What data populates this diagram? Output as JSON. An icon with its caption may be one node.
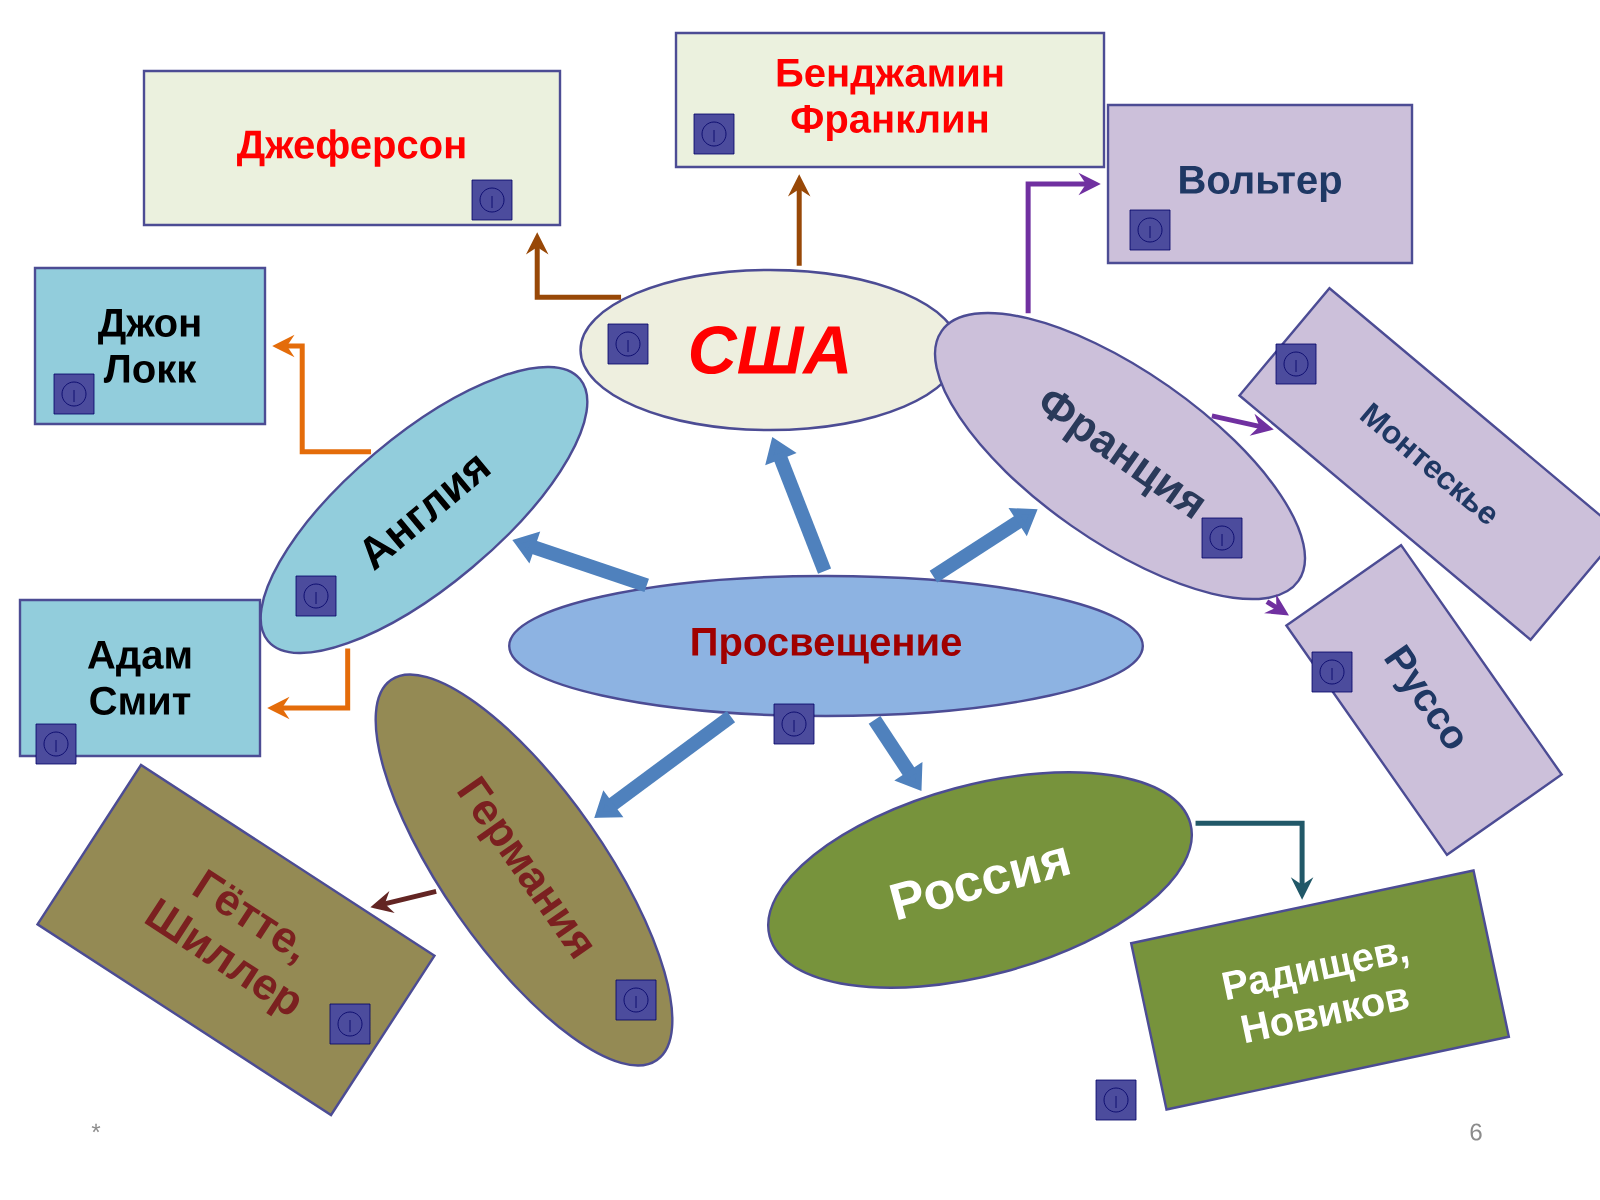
{
  "diagram": {
    "nodes": [
      {
        "text": [
          "Просвещение"
        ]
      },
      {
        "text": [
          "США"
        ]
      },
      {
        "text": [
          "Англия"
        ]
      },
      {
        "text": [
          "Франция"
        ]
      },
      {
        "text": [
          "Германия"
        ]
      },
      {
        "text": [
          "Россия"
        ]
      },
      {
        "text": [
          "Джеферсон"
        ]
      },
      {
        "text": [
          "Бенджамин Франклин"
        ]
      },
      {
        "text": [
          "Вольтер"
        ]
      },
      {
        "text": [
          "Монтескье"
        ]
      },
      {
        "text": [
          "Руссо"
        ]
      },
      {
        "text": [
          "Джон Локк"
        ]
      },
      {
        "text": [
          "Адам Смит"
        ]
      },
      {
        "text": [
          "Гётте, Шиллер"
        ]
      },
      {
        "text": [
          "Радищев, Новиков"
        ]
      }
    ],
    "edges": [
      {
        "from": 0,
        "to": 1,
        "arrow": "to",
        "style": "thick",
        "color": "#4f81bd"
      },
      {
        "from": 0,
        "to": 2,
        "arrow": "to",
        "style": "thick",
        "color": "#4f81bd"
      },
      {
        "from": 0,
        "to": 3,
        "arrow": "to",
        "style": "thick",
        "color": "#4f81bd"
      },
      {
        "from": 0,
        "to": 4,
        "arrow": "to",
        "style": "thick",
        "color": "#4f81bd"
      },
      {
        "from": 0,
        "to": 5,
        "arrow": "to",
        "style": "thick",
        "color": "#4f81bd"
      },
      {
        "from": 1,
        "to": 6,
        "arrow": "to",
        "color": "#984807"
      },
      {
        "from": 1,
        "to": 7,
        "arrow": "to",
        "color": "#984807"
      },
      {
        "from": 2,
        "to": 11,
        "arrow": "to",
        "color": "#e46c0a"
      },
      {
        "from": 2,
        "to": 12,
        "arrow": "to",
        "color": "#e46c0a"
      },
      {
        "from": 3,
        "to": 8,
        "arrow": "to",
        "color": "#7030a0"
      },
      {
        "from": 3,
        "to": 9,
        "arrow": "to",
        "color": "#7030a0"
      },
      {
        "from": 3,
        "to": 10,
        "arrow": "to",
        "color": "#7030a0"
      },
      {
        "from": 4,
        "to": 13,
        "arrow": "to",
        "color": "#632523"
      },
      {
        "from": 5,
        "to": 14,
        "arrow": "to",
        "color": "#215868"
      }
    ],
    "labels": [
      "*",
      "6"
    ]
  }
}
